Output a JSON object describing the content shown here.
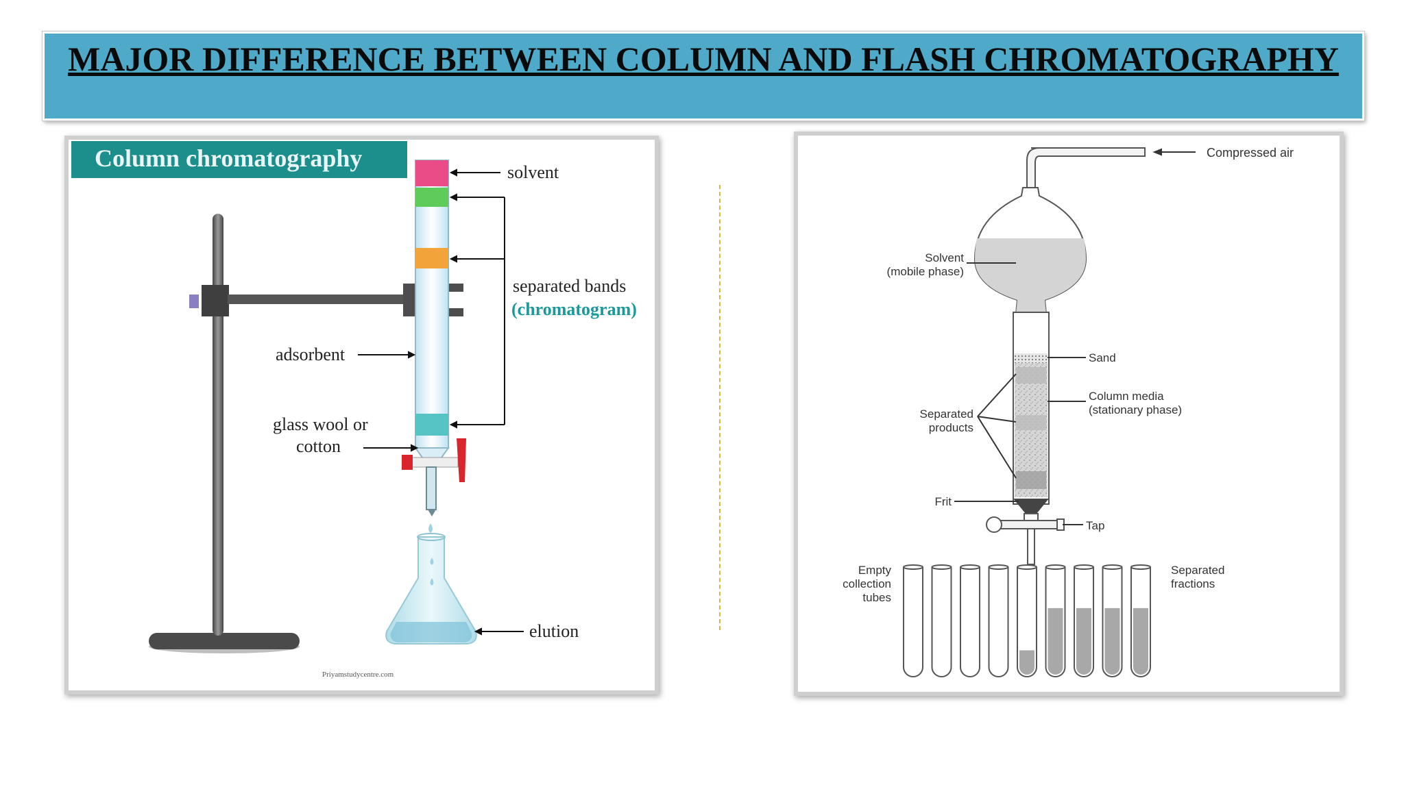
{
  "title": "MAJOR DIFFERENCE BETWEEN COLUMN AND FLASH CHROMATOGRAPHY",
  "left_panel": {
    "header": "Column chromatography",
    "labels": {
      "solvent": "solvent",
      "separated_bands": "separated bands",
      "chromatogram": "(chromatogram)",
      "adsorbent": "adsorbent",
      "glass_wool_line1": "glass wool or",
      "glass_wool_line2": "cotton",
      "elution": "elution"
    },
    "credit": "Priyamstudycentre.com",
    "colors": {
      "header_bg": "#1c8f8c",
      "band_pink": "#e94c86",
      "band_green": "#5fcb5a",
      "band_orange": "#f2a43a",
      "band_teal": "#56c3c4",
      "stopcock_red": "#d9262e",
      "chromatogram_teal": "#1c9a99"
    }
  },
  "right_panel": {
    "labels": {
      "compressed_air": "Compressed air",
      "solvent_line1": "Solvent",
      "solvent_line2": "(mobile phase)",
      "sand": "Sand",
      "column_media_line1": "Column media",
      "column_media_line2": "(stationary phase)",
      "separated_products_line1": "Separated",
      "separated_products_line2": "products",
      "frit": "Frit",
      "tap": "Tap",
      "empty_tubes_line1": "Empty",
      "empty_tubes_line2": "collection",
      "empty_tubes_line3": "tubes",
      "separated_fractions_line1": "Separated",
      "separated_fractions_line2": "fractions"
    },
    "tube_fill_levels": [
      0,
      0,
      0,
      0,
      0.25,
      0.65,
      0.65,
      0.65,
      0.65
    ]
  }
}
